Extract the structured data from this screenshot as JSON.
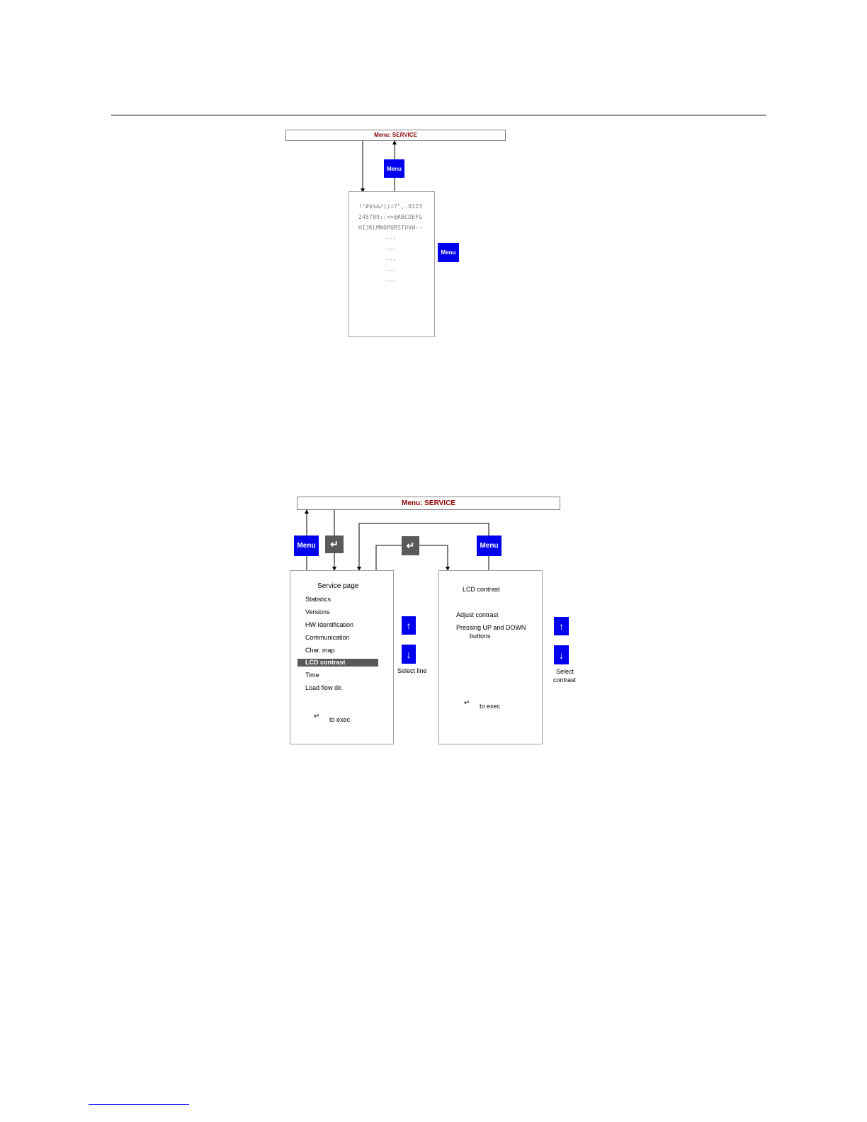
{
  "diagram1": {
    "title": "Menu: SERVICE",
    "menu_button": "Menu",
    "side_menu_button": "Menu",
    "charmap_lines": [
      "!\"#$%&/()=?\",.0123",
      "245789::<>@ABCDEFG",
      "HIJKLMNOPQRSTUVW--"
    ],
    "dash_lines": [
      "---",
      "---",
      "---",
      "---",
      "---"
    ]
  },
  "diagram2": {
    "title": "Menu: SERVICE",
    "menu_button_left": "Menu",
    "menu_button_right": "Menu",
    "enter_symbol": "↵",
    "service_page": {
      "heading": "Service page",
      "items": [
        "Statistics",
        "Versions",
        "HW Identification",
        "Communication",
        "Char. map",
        "LCD contrast",
        "Time",
        "Load flow dir."
      ],
      "selected_index": 5,
      "exec_hint": "to exec"
    },
    "select_line_label": "Select line",
    "lcd_screen": {
      "heading": "LCD contrast",
      "adjust": "Adjust contrast",
      "pressing_line1": "Pressing UP and DOWN",
      "pressing_line2": "buttons",
      "exec_hint": "to exec"
    },
    "select_contrast_line1": "Select",
    "select_contrast_line2": "contrast",
    "up_symbol": "↑",
    "down_symbol": "↓"
  }
}
